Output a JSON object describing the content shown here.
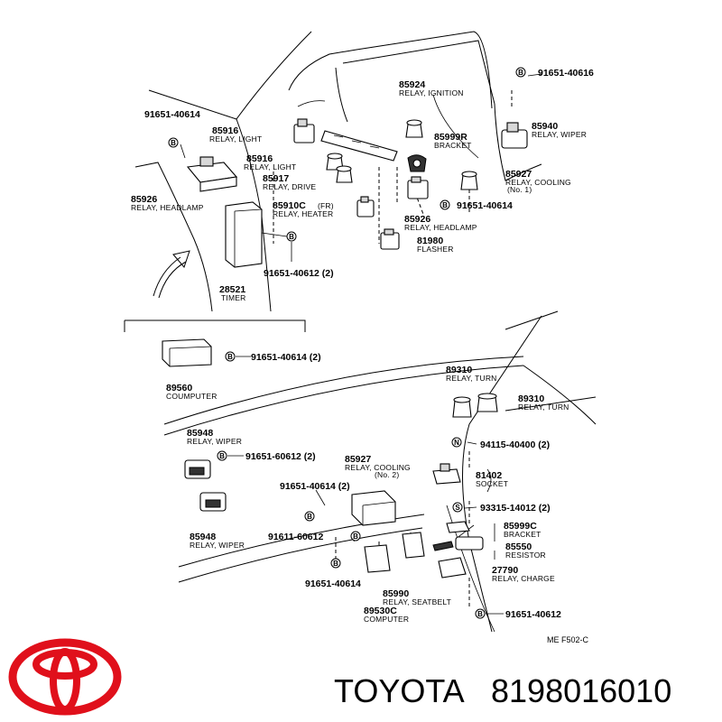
{
  "callouts": [
    {
      "id": "c1",
      "number": "91651-40616",
      "desc": "",
      "symbol": "B"
    },
    {
      "id": "c2",
      "number": "85924",
      "desc": "RELAY, IGNITION",
      "symbol": ""
    },
    {
      "id": "c3",
      "number": "91651-40614",
      "desc": "",
      "symbol": "B"
    },
    {
      "id": "c4",
      "number": "85940",
      "desc": "RELAY, WIPER",
      "symbol": ""
    },
    {
      "id": "c5",
      "number": "85916",
      "desc": "RELAY, LIGHT",
      "symbol": ""
    },
    {
      "id": "c6",
      "number": "85999R",
      "desc": "BRACKET",
      "symbol": ""
    },
    {
      "id": "c7",
      "number": "85916",
      "desc": "RELAY, LIGHT",
      "symbol": ""
    },
    {
      "id": "c8",
      "number": "85917",
      "desc": "RELAY, DRIVE",
      "symbol": ""
    },
    {
      "id": "c9",
      "number": "85927",
      "desc": "RELAY, COOLING",
      "desc2": "(No. 1)",
      "symbol": ""
    },
    {
      "id": "c10",
      "number": "85926",
      "desc": "RELAY, HEADLAMP",
      "symbol": ""
    },
    {
      "id": "c11",
      "number": "85910C",
      "desc": "RELAY, HEATER",
      "note": "(FR)",
      "symbol": ""
    },
    {
      "id": "c12",
      "number": "91651-40614",
      "desc": "",
      "symbol": "B"
    },
    {
      "id": "c13",
      "number": "85926",
      "desc": "RELAY, HEADLAMP",
      "symbol": ""
    },
    {
      "id": "c14",
      "number": "81980",
      "desc": "FLASHER",
      "symbol": ""
    },
    {
      "id": "c15",
      "number": "91651-40612 (2)",
      "desc": "",
      "symbol": "B"
    },
    {
      "id": "c16",
      "number": "28521",
      "desc": "TIMER",
      "symbol": ""
    },
    {
      "id": "c17",
      "number": "91651-40614 (2)",
      "desc": "",
      "symbol": "B"
    },
    {
      "id": "c18",
      "number": "89560",
      "desc": "COUMPUTER",
      "symbol": ""
    },
    {
      "id": "c19",
      "number": "89310",
      "desc": "RELAY, TURN",
      "symbol": ""
    },
    {
      "id": "c20",
      "number": "89310",
      "desc": "RELAY, TURN",
      "symbol": ""
    },
    {
      "id": "c21",
      "number": "85948",
      "desc": "RELAY, WIPER",
      "symbol": ""
    },
    {
      "id": "c22",
      "number": "94115-40400 (2)",
      "desc": "",
      "symbol": "N"
    },
    {
      "id": "c23",
      "number": "91651-60612 (2)",
      "desc": "",
      "symbol": "B"
    },
    {
      "id": "c24",
      "number": "85927",
      "desc": "RELAY, COOLING",
      "desc2": "(No. 2)",
      "symbol": ""
    },
    {
      "id": "c25",
      "number": "81402",
      "desc": "SOCKET",
      "symbol": ""
    },
    {
      "id": "c26",
      "number": "91651-40614 (2)",
      "desc": "",
      "symbol": "B"
    },
    {
      "id": "c27",
      "number": "93315-14012 (2)",
      "desc": "",
      "symbol": "S"
    },
    {
      "id": "c28",
      "number": "85999C",
      "desc": "BRACKET",
      "symbol": ""
    },
    {
      "id": "c29",
      "number": "85948",
      "desc": "RELAY, WIPER",
      "symbol": ""
    },
    {
      "id": "c30",
      "number": "91611-60612",
      "desc": "",
      "symbol": "B"
    },
    {
      "id": "c31",
      "number": "85550",
      "desc": "RESISTOR",
      "symbol": ""
    },
    {
      "id": "c32",
      "number": "27790",
      "desc": "RELAY, CHARGE",
      "symbol": ""
    },
    {
      "id": "c33",
      "number": "91651-40614",
      "desc": "",
      "symbol": "B"
    },
    {
      "id": "c34",
      "number": "85990",
      "desc": "RELAY, SEATBELT",
      "symbol": ""
    },
    {
      "id": "c35",
      "number": "89530C",
      "desc": "COMPUTER",
      "symbol": ""
    },
    {
      "id": "c36",
      "number": "91651-40612",
      "desc": "",
      "symbol": "B"
    }
  ],
  "diagram_ref": "ME  F502-C",
  "brand": {
    "name": "TOYOTA",
    "part_number": "8198016010",
    "logo_color": "#e0101b"
  }
}
